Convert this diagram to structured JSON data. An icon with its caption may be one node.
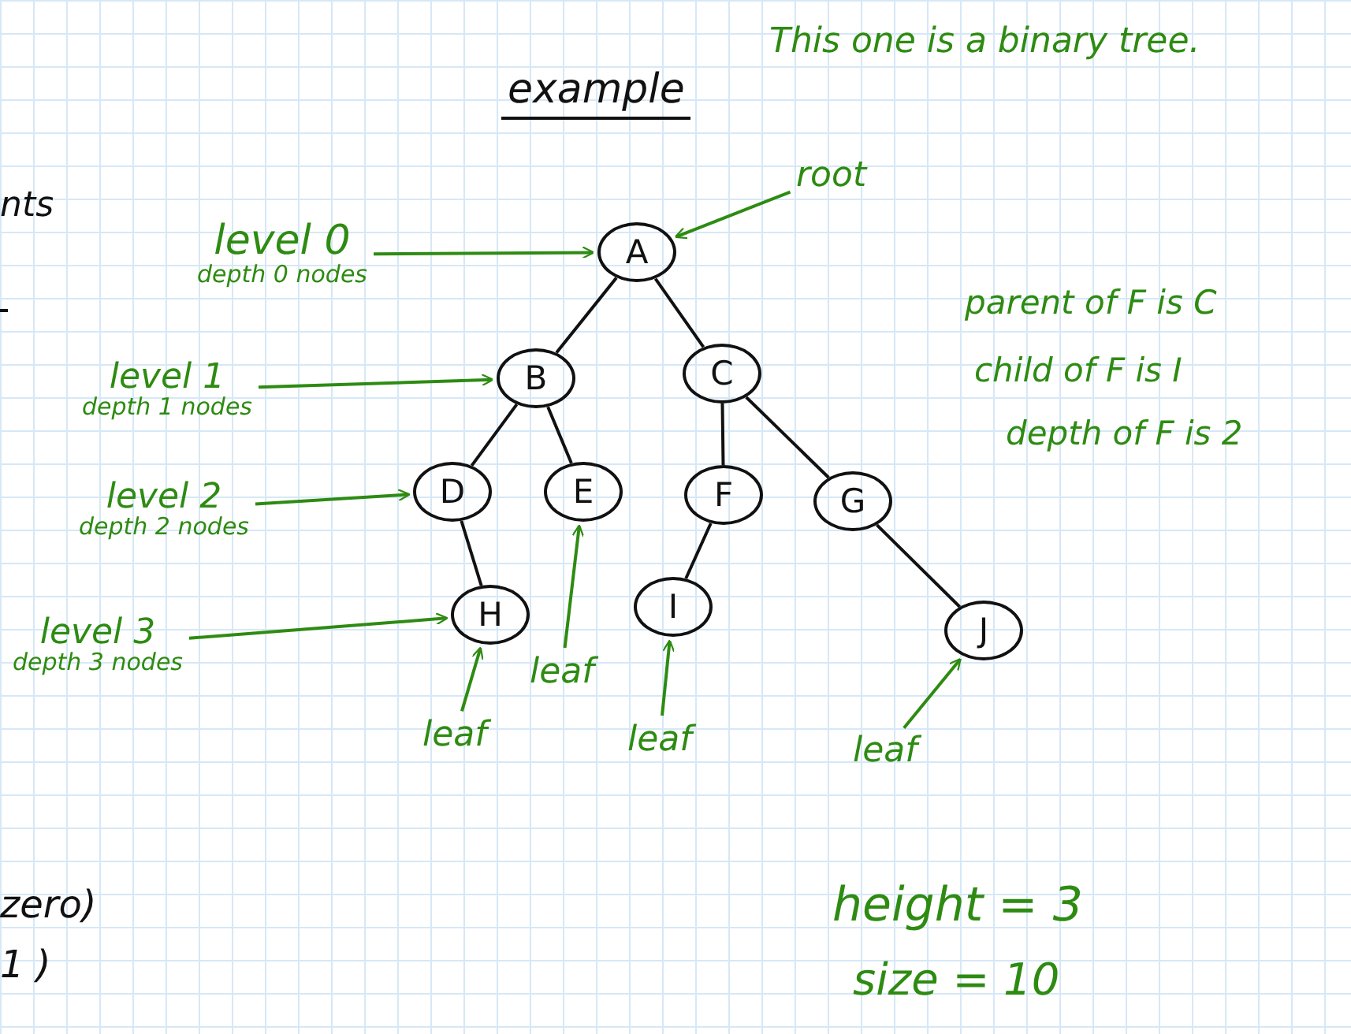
{
  "diagram": {
    "title": "example",
    "nodes": [
      {
        "text": [
          "A"
        ]
      },
      {
        "text": [
          "B"
        ]
      },
      {
        "text": [
          "C"
        ]
      },
      {
        "text": [
          "D"
        ]
      },
      {
        "text": [
          "E"
        ]
      },
      {
        "text": [
          "F"
        ]
      },
      {
        "text": [
          "G"
        ]
      },
      {
        "text": [
          "H"
        ]
      },
      {
        "text": [
          "I"
        ]
      },
      {
        "text": [
          "J"
        ]
      },
      {
        "text": [
          "root"
        ]
      },
      {
        "text": [
          "level 0",
          "depth 0 nodes"
        ]
      },
      {
        "text": [
          "level 1",
          "depth 1 nodes"
        ]
      },
      {
        "text": [
          "level 2",
          "depth 2 nodes"
        ]
      },
      {
        "text": [
          "level 3",
          "depth 3 nodes"
        ]
      },
      {
        "text": [
          "leaf"
        ]
      },
      {
        "text": [
          "leaf"
        ]
      },
      {
        "text": [
          "leaf"
        ]
      },
      {
        "text": [
          "leaf"
        ]
      }
    ],
    "edges": [
      {
        "from": 0,
        "to": 1,
        "arrow": "none"
      },
      {
        "from": 0,
        "to": 2,
        "arrow": "none"
      },
      {
        "from": 1,
        "to": 3,
        "arrow": "none"
      },
      {
        "from": 1,
        "to": 4,
        "arrow": "none"
      },
      {
        "from": 2,
        "to": 5,
        "arrow": "none"
      },
      {
        "from": 2,
        "to": 6,
        "arrow": "none"
      },
      {
        "from": 3,
        "to": 7,
        "arrow": "none"
      },
      {
        "from": 5,
        "to": 8,
        "arrow": "none"
      },
      {
        "from": 6,
        "to": 9,
        "arrow": "none"
      },
      {
        "from": 10,
        "to": 0,
        "arrow": "to",
        "color": "#2e8b12"
      },
      {
        "from": 11,
        "to": 0,
        "arrow": "to",
        "color": "#2e8b12"
      },
      {
        "from": 12,
        "to": 1,
        "arrow": "to",
        "color": "#2e8b12"
      },
      {
        "from": 13,
        "to": 3,
        "arrow": "to",
        "color": "#2e8b12"
      },
      {
        "from": 14,
        "to": 7,
        "arrow": "to",
        "color": "#2e8b12"
      },
      {
        "from": 15,
        "to": 7,
        "arrow": "to",
        "color": "#2e8b12"
      },
      {
        "from": 16,
        "to": 4,
        "arrow": "to",
        "color": "#2e8b12"
      },
      {
        "from": 17,
        "to": 8,
        "arrow": "to",
        "color": "#2e8b12"
      },
      {
        "from": 18,
        "to": 9,
        "arrow": "to",
        "color": "#2e8b12"
      }
    ],
    "labels": [
      "This one is a binary tree.",
      "nts",
      "parent of F is C",
      "child of F is I",
      "depth of F is 2",
      "zero)",
      "1 )",
      "height = 3",
      "size = 10"
    ]
  }
}
